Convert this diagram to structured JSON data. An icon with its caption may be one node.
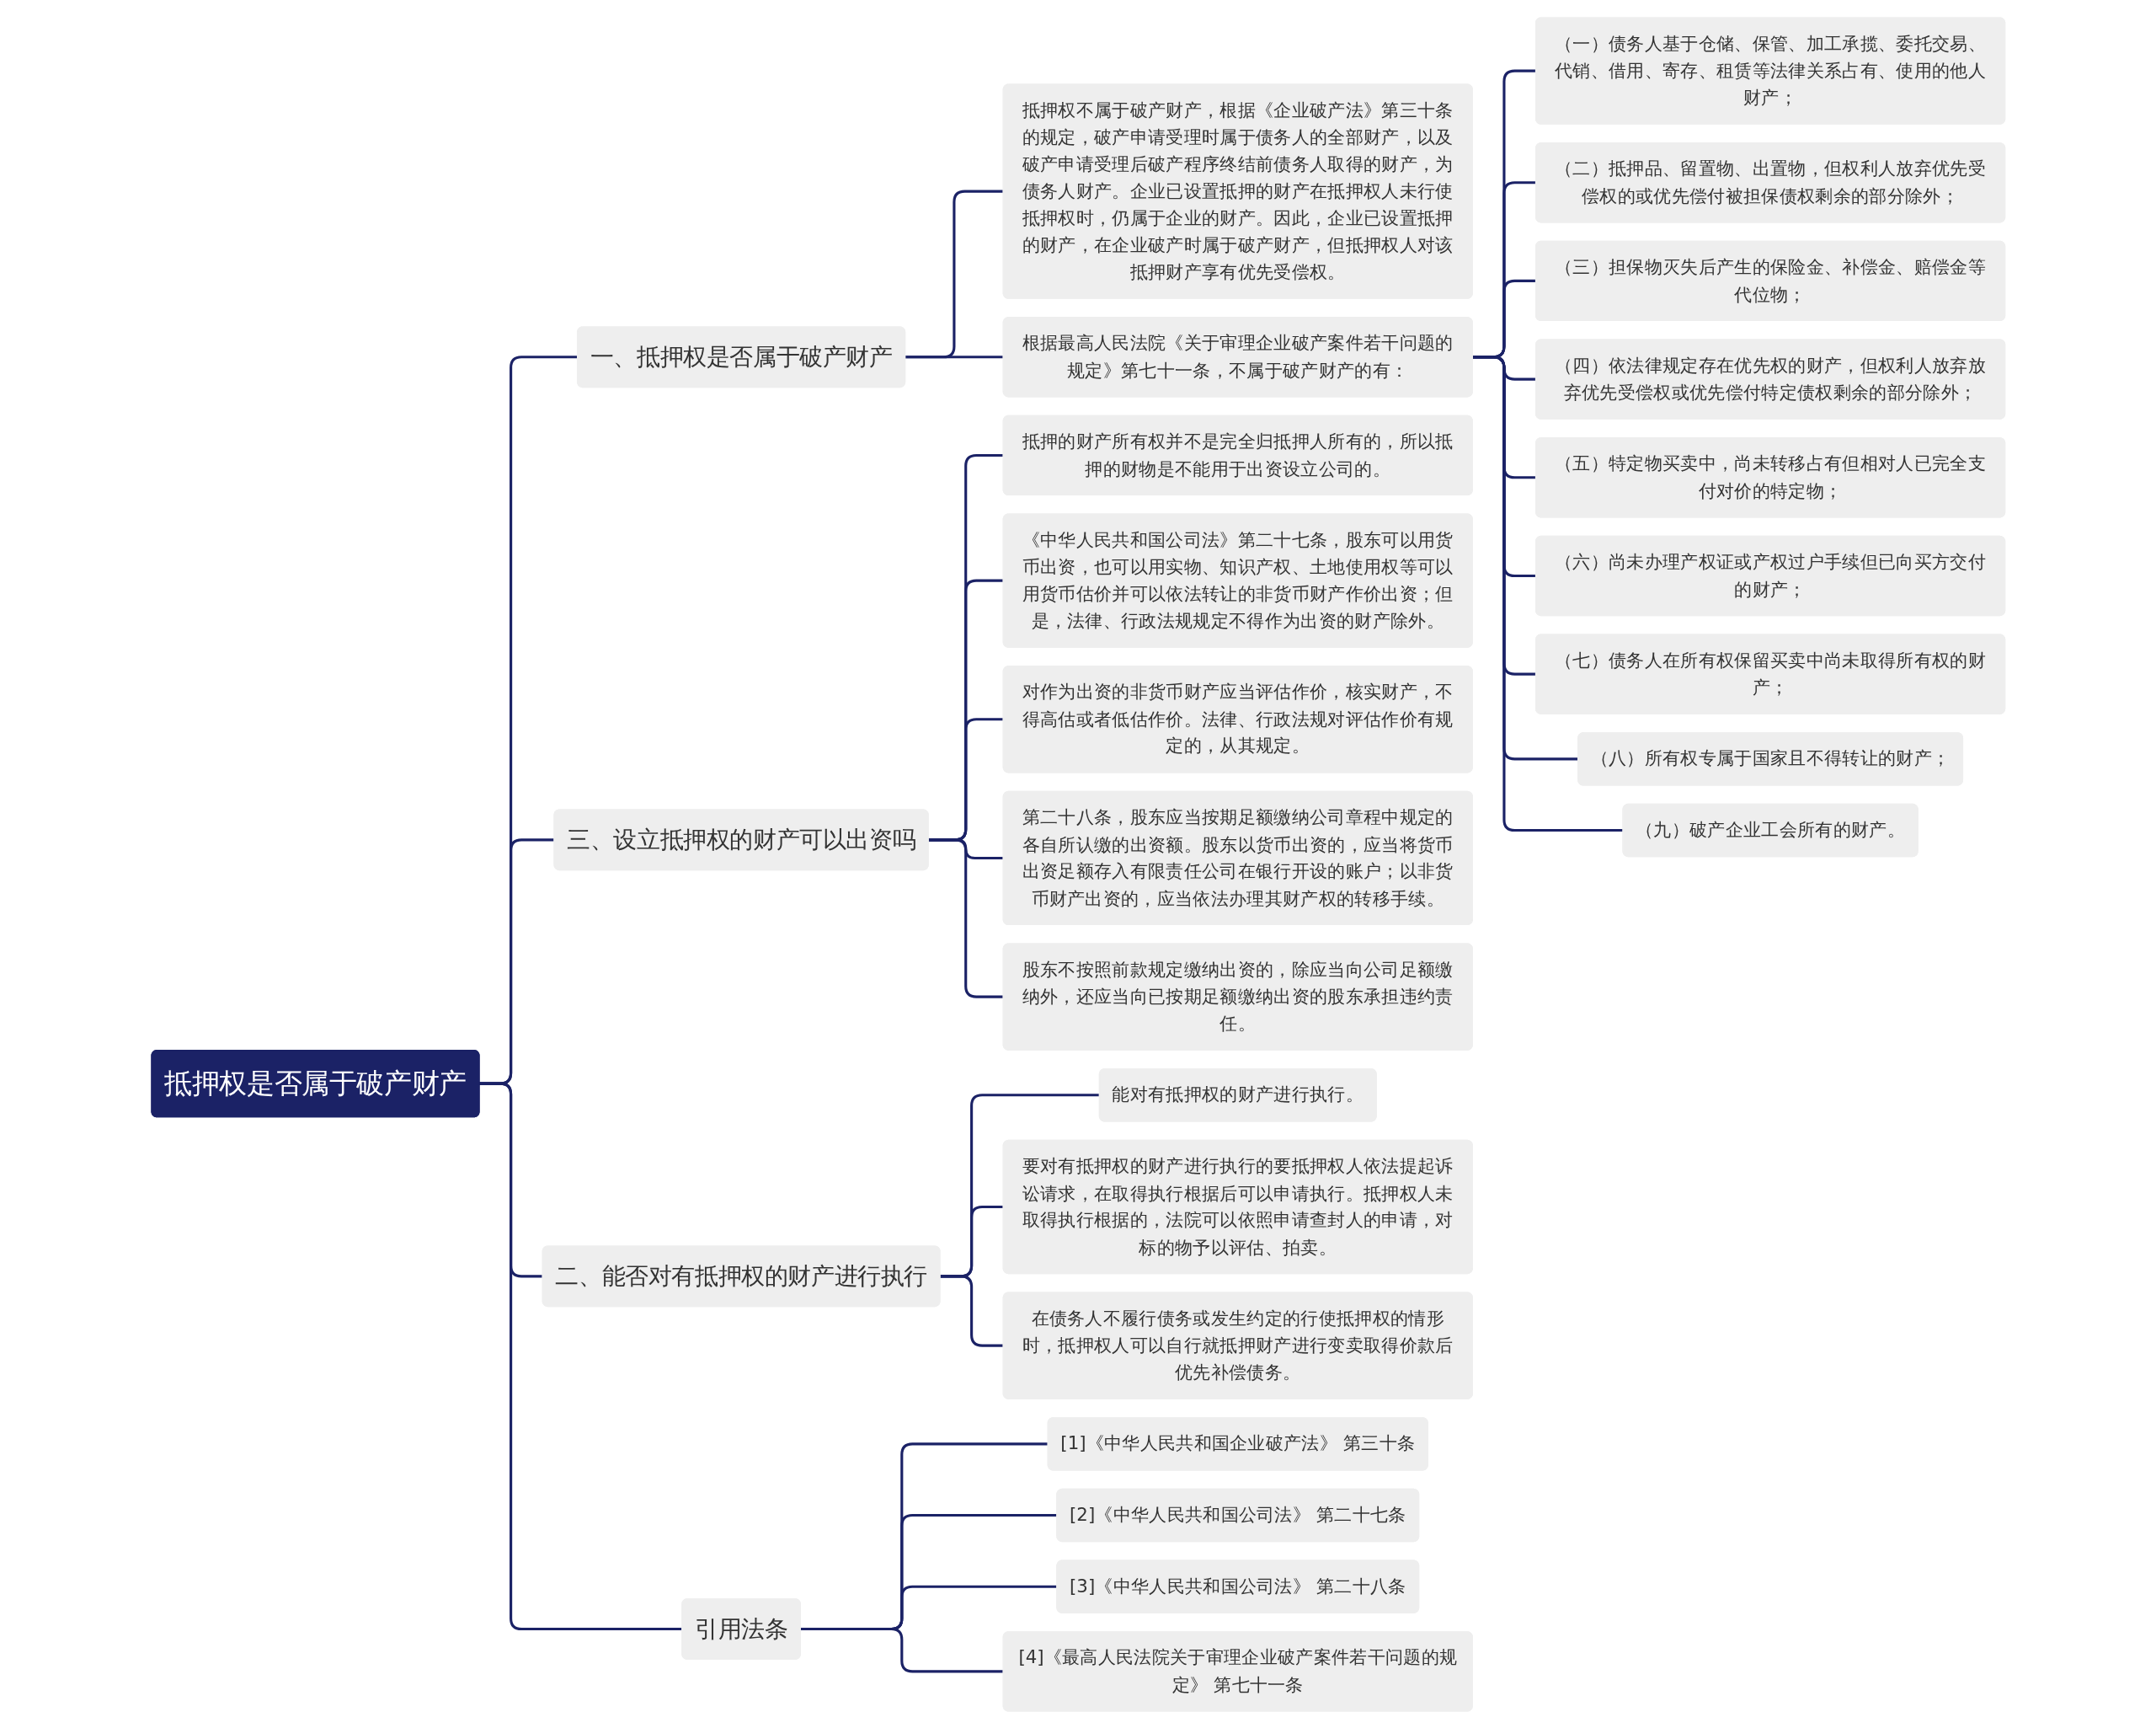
{
  "diagram": {
    "nodes": [
      {
        "text": [
          "抵押权是否属于破产财产"
        ]
      },
      {
        "text": [
          "一、抵押权是否属于破产财产"
        ]
      },
      {
        "text": [
          "抵押权不属于破产财产，根据《企业破产法》第三十条的规定，破产申请受理时属于债务人的全部财产，以及破产申请受理后破产程序终结前债务人取得的财产，为债务人财产。企业已设置抵押的财产在抵押权人未行使抵押权时，仍属于企业的财产。因此，企业已设置抵押的财产，在企业破产时属于破产财产，但抵押权人对该抵押财产享有优先受偿权。"
        ]
      },
      {
        "text": [
          "根据最高人民法院《关于审理企业破产案件若干问题的规定》第七十一条，不属于破产财产的有："
        ]
      },
      {
        "text": [
          "（一）债务人基于仓储、保管、加工承揽、委托交易、代销、借用、寄存、租赁等法律关系占有、使用的他人财产；"
        ]
      },
      {
        "text": [
          "（二）抵押品、留置物、出置物，但权利人放弃优先受偿权的或优先偿付被担保债权剩余的部分除外；"
        ]
      },
      {
        "text": [
          "（三）担保物灭失后产生的保险金、补偿金、赔偿金等代位物；"
        ]
      },
      {
        "text": [
          "（四）依法律规定存在优先权的财产，但权利人放弃放弃优先受偿权或优先偿付特定债权剩余的部分除外；"
        ]
      },
      {
        "text": [
          "（五）特定物买卖中，尚未转移占有但相对人已完全支付对价的特定物；"
        ]
      },
      {
        "text": [
          "（六）尚未办理产权证或产权过户手续但已向买方交付的财产；"
        ]
      },
      {
        "text": [
          "（七）债务人在所有权保留买卖中尚未取得所有权的财产；"
        ]
      },
      {
        "text": [
          "（八）所有权专属于国家且不得转让的财产；"
        ]
      },
      {
        "text": [
          "（九）破产企业工会所有的财产。"
        ]
      },
      {
        "text": [
          "三、设立抵押权的财产可以出资吗"
        ]
      },
      {
        "text": [
          "抵押的财产所有权并不是完全归抵押人所有的，所以抵押的财物是不能用于出资设立公司的。"
        ]
      },
      {
        "text": [
          "《中华人民共和国公司法》第二十七条，股东可以用货币出资，也可以用实物、知识产权、土地使用权等可以用货币估价并可以依法转让的非货币财产作价出资；但是，法律、行政法规规定不得作为出资的财产除外。"
        ]
      },
      {
        "text": [
          "对作为出资的非货币财产应当评估作价，核实财产，不得高估或者低估作价。法律、行政法规对评估作价有规定的，从其规定。"
        ]
      },
      {
        "text": [
          "第二十八条，股东应当按期足额缴纳公司章程中规定的各自所认缴的出资额。股东以货币出资的，应当将货币出资足额存入有限责任公司在银行开设的账户；以非货币财产出资的，应当依法办理其财产权的转移手续。"
        ]
      },
      {
        "text": [
          "股东不按照前款规定缴纳出资的，除应当向公司足额缴纳外，还应当向已按期足额缴纳出资的股东承担违约责任。"
        ]
      },
      {
        "text": [
          "二、能否对有抵押权的财产进行执行"
        ]
      },
      {
        "text": [
          "能对有抵押权的财产进行执行。"
        ]
      },
      {
        "text": [
          "要对有抵押权的财产进行执行的要抵押权人依法提起诉讼请求，在取得执行根据后可以申请执行。抵押权人未取得执行根据的，法院可以依照申请查封人的申请，对标的物予以评估、拍卖。"
        ]
      },
      {
        "text": [
          "在债务人不履行债务或发生约定的行使抵押权的情形时，抵押权人可以自行就抵押财产进行变卖取得价款后优先补偿债务。"
        ]
      },
      {
        "text": [
          "引用法条"
        ]
      },
      {
        "text": [
          "[1]《中华人民共和国企业破产法》 第三十条"
        ]
      },
      {
        "text": [
          "[2]《中华人民共和国公司法》 第二十七条"
        ]
      },
      {
        "text": [
          "[3]《中华人民共和国公司法》 第二十八条"
        ]
      },
      {
        "text": [
          "[4]《最高人民法院关于审理企业破产案件若干问题的规定》 第七十一条"
        ]
      }
    ],
    "edges": [
      {
        "from": 0,
        "to": 1,
        "arrow": "none"
      },
      {
        "from": 1,
        "to": 2,
        "arrow": "none"
      },
      {
        "from": 1,
        "to": 3,
        "arrow": "none"
      },
      {
        "from": 3,
        "to": 4,
        "arrow": "none"
      },
      {
        "from": 3,
        "to": 5,
        "arrow": "none"
      },
      {
        "from": 3,
        "to": 6,
        "arrow": "none"
      },
      {
        "from": 3,
        "to": 7,
        "arrow": "none"
      },
      {
        "from": 3,
        "to": 8,
        "arrow": "none"
      },
      {
        "from": 3,
        "to": 9,
        "arrow": "none"
      },
      {
        "from": 3,
        "to": 10,
        "arrow": "none"
      },
      {
        "from": 3,
        "to": 11,
        "arrow": "none"
      },
      {
        "from": 3,
        "to": 12,
        "arrow": "none"
      },
      {
        "from": 0,
        "to": 13,
        "arrow": "none"
      },
      {
        "from": 13,
        "to": 14,
        "arrow": "none"
      },
      {
        "from": 13,
        "to": 15,
        "arrow": "none"
      },
      {
        "from": 13,
        "to": 16,
        "arrow": "none"
      },
      {
        "from": 13,
        "to": 17,
        "arrow": "none"
      },
      {
        "from": 13,
        "to": 18,
        "arrow": "none"
      },
      {
        "from": 0,
        "to": 19,
        "arrow": "none"
      },
      {
        "from": 19,
        "to": 20,
        "arrow": "none"
      },
      {
        "from": 19,
        "to": 21,
        "arrow": "none"
      },
      {
        "from": 19,
        "to": 22,
        "arrow": "none"
      },
      {
        "from": 0,
        "to": 23,
        "arrow": "none"
      },
      {
        "from": 23,
        "to": 24,
        "arrow": "none"
      },
      {
        "from": 23,
        "to": 25,
        "arrow": "none"
      },
      {
        "from": 23,
        "to": 26,
        "arrow": "none"
      },
      {
        "from": 23,
        "to": 27,
        "arrow": "none"
      }
    ]
  }
}
